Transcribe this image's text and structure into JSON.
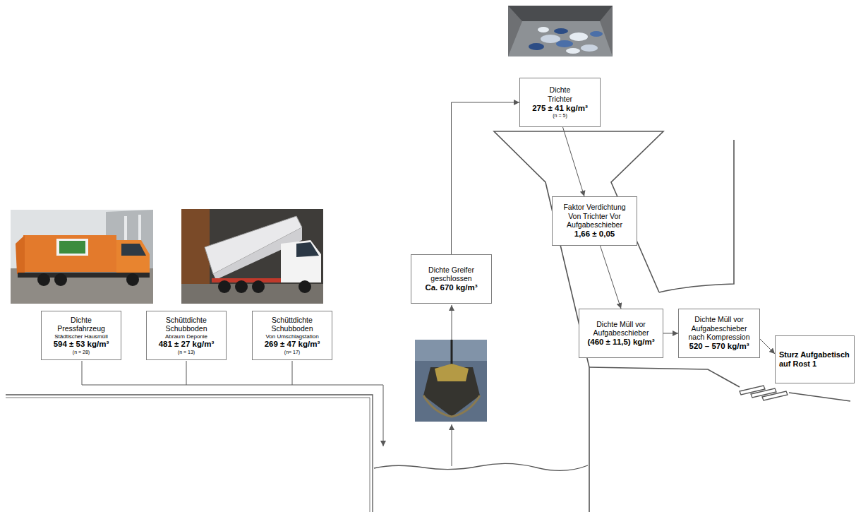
{
  "diagram": {
    "nodes": [
      {
        "text": [
          "Dichte Pressfahrzeug",
          "Städtischer Hausmüll",
          "594 ± 53 kg/m³",
          "(n = 28)"
        ]
      },
      {
        "text": [
          "Schüttdichte Schubboden",
          "Abraum Deponie",
          "481 ± 27 kg/m³",
          "(n = 13)"
        ]
      },
      {
        "text": [
          "Schüttdichte Schubboden",
          "Von Umschlagstation",
          "269 ± 47 kg/m³",
          "(n= 17)"
        ]
      },
      {
        "text": [
          "Dichte Greifer geschlossen",
          "Ca. 670 kg/m³"
        ]
      },
      {
        "text": [
          "Dichte Trichter",
          "275 ± 41 kg/m³",
          "(n = 5)"
        ]
      },
      {
        "text": [
          "Faktor Verdichtung Von Trichter Vor Aufgabeschieber",
          "1,66 ± 0,05"
        ]
      },
      {
        "text": [
          "Dichte Müll vor Aufgabeschieber",
          "(460 ± 11,5) kg/m³"
        ]
      },
      {
        "text": [
          "Dichte Müll vor Aufgabeschieber nach Kompression",
          "520 – 570 kg/m³"
        ]
      },
      {
        "text": [
          "Sturz Aufgabetisch auf Rost 1"
        ]
      }
    ],
    "edges": [
      {
        "from": 3,
        "to": 4,
        "arrow": "to"
      },
      {
        "from": 4,
        "to": 5,
        "arrow": "to"
      },
      {
        "from": 5,
        "to": 6,
        "arrow": "to"
      },
      {
        "from": 6,
        "to": 7,
        "arrow": "to"
      },
      {
        "from": 7,
        "to": 8,
        "arrow": "to"
      }
    ]
  }
}
